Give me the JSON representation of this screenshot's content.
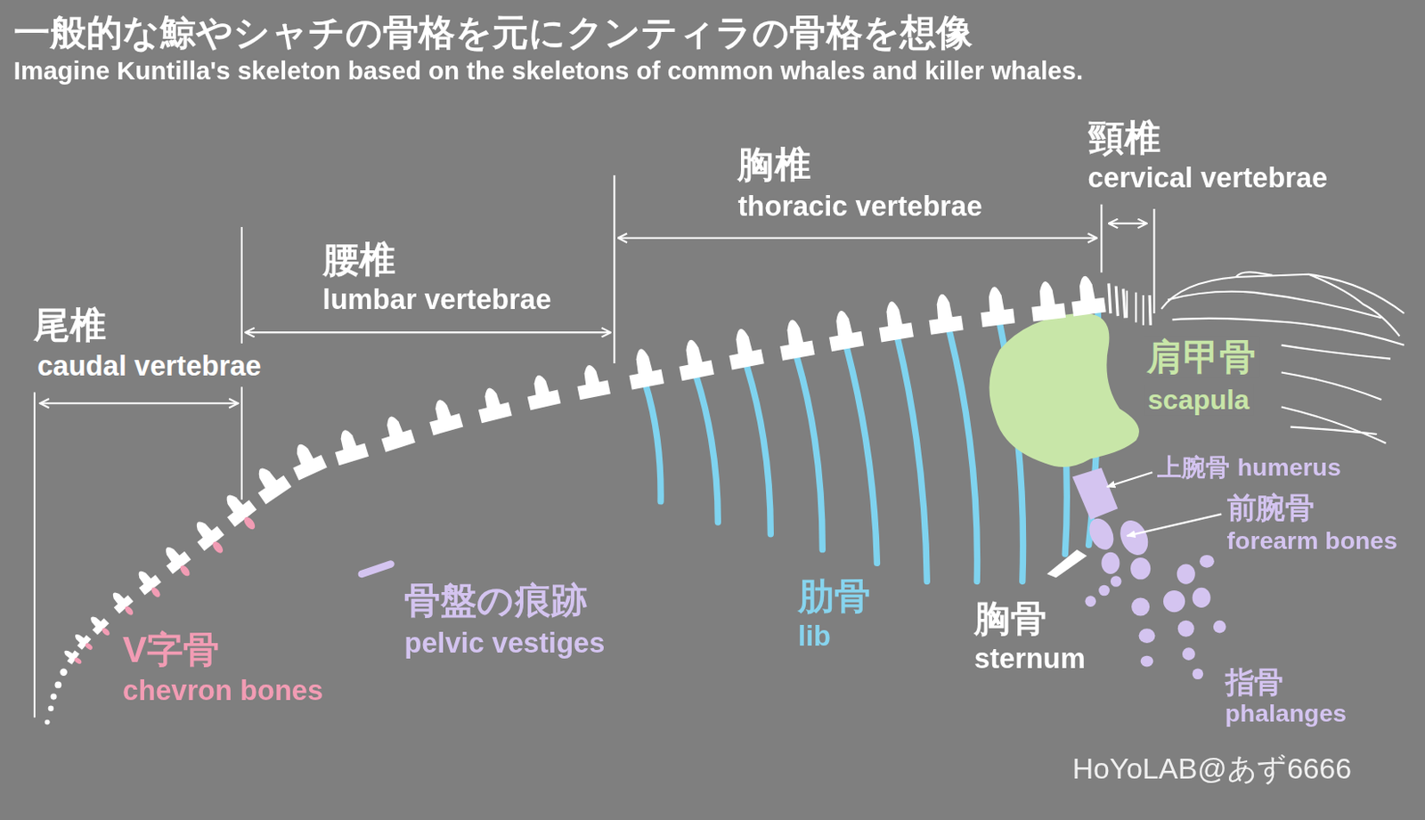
{
  "diagram": {
    "title": "一般的な鯨やシャチの骨格を元にクンティラの骨格を想像",
    "labels": [
      "Imagine Kuntilla's skeleton based on the skeletons of common whales and killer whales.",
      "頸椎",
      "cervical vertebrae",
      "胸椎",
      "thoracic vertebrae",
      "腰椎",
      "lumbar vertebrae",
      "尾椎",
      "caudal vertebrae",
      "肩甲骨",
      "scapula",
      "上腕骨 humerus",
      "前腕骨",
      "forearm bones",
      "胸骨",
      "sternum",
      "肋骨",
      "lib",
      "指骨",
      "phalanges",
      "骨盤の痕跡",
      "pelvic vestiges",
      "V字骨",
      "chevron bones",
      "HoYoLAB@あず6666"
    ]
  }
}
